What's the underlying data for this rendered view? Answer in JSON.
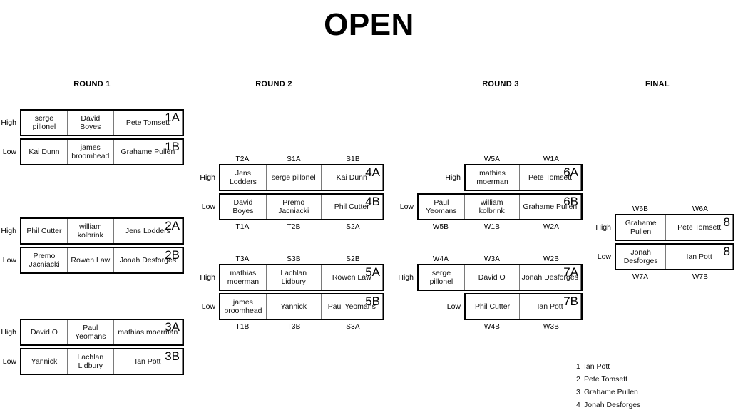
{
  "title": "OPEN",
  "headers": [
    {
      "label": "ROUND 1"
    },
    {
      "label": "ROUND 2"
    },
    {
      "label": "ROUND 3"
    },
    {
      "label": "FINAL"
    }
  ],
  "labels": {
    "high": "High",
    "low": "Low"
  },
  "rounds": [
    {
      "name": "ROUND 1",
      "groups": [
        {
          "rows": [
            {
              "side": "High",
              "code": "1A",
              "cells": [
                "serge pillonel",
                "David Boyes",
                "Pete Tomsett"
              ]
            },
            {
              "side": "Low",
              "code": "1B",
              "cells": [
                "Kai Dunn",
                "james broomhead",
                "Grahame Pullen"
              ]
            }
          ],
          "top_tags": [],
          "bottom_tags": []
        },
        {
          "rows": [
            {
              "side": "High",
              "code": "2A",
              "cells": [
                "Phil Cutter",
                "william kolbrink",
                "Jens Lodders"
              ]
            },
            {
              "side": "Low",
              "code": "2B",
              "cells": [
                "Premo Jacniacki",
                "Rowen Law",
                "Jonah Desforges"
              ]
            }
          ],
          "top_tags": [],
          "bottom_tags": []
        },
        {
          "rows": [
            {
              "side": "High",
              "code": "3A",
              "cells": [
                "David O",
                "Paul Yeomans",
                "mathias moerman"
              ]
            },
            {
              "side": "Low",
              "code": "3B",
              "cells": [
                "Yannick",
                "Lachlan Lidbury",
                "Ian Pott"
              ]
            }
          ],
          "top_tags": [],
          "bottom_tags": []
        }
      ]
    },
    {
      "name": "ROUND 2",
      "groups": [
        {
          "rows": [
            {
              "side": "High",
              "code": "4A",
              "cells": [
                "Jens Lodders",
                "serge pillonel",
                "Kai Dunn"
              ]
            },
            {
              "side": "Low",
              "code": "4B",
              "cells": [
                "David Boyes",
                "Premo Jacniacki",
                "Phil Cutter"
              ]
            }
          ],
          "top_tags": [
            "T2A",
            "S1A",
            "S1B"
          ],
          "bottom_tags": [
            "T1A",
            "T2B",
            "S2A"
          ]
        },
        {
          "rows": [
            {
              "side": "High",
              "code": "5A",
              "cells": [
                "mathias moerman",
                "Lachlan Lidbury",
                "Rowen Law"
              ]
            },
            {
              "side": "Low",
              "code": "5B",
              "cells": [
                "james broomhead",
                "Yannick",
                "Paul Yeomans"
              ]
            }
          ],
          "top_tags": [
            "T3A",
            "S3B",
            "S2B"
          ],
          "bottom_tags": [
            "T1B",
            "T3B",
            "S3A"
          ]
        }
      ]
    },
    {
      "name": "ROUND 3",
      "groups": [
        {
          "rows": [
            {
              "side": "High",
              "code": "6A",
              "cells": [
                "mathias moerman",
                "Pete Tomsett"
              ],
              "indent": 1
            },
            {
              "side": "Low",
              "code": "6B",
              "cells": [
                "Paul Yeomans",
                "william kolbrink",
                "Grahame Pullen"
              ],
              "indent": 0
            }
          ],
          "top_tags": [
            "W5A",
            "W1A"
          ],
          "bottom_tags": [
            "W5B",
            "W1B",
            "W2A"
          ]
        },
        {
          "rows": [
            {
              "side": "High",
              "code": "7A",
              "cells": [
                "serge pillonel",
                "David O",
                "Jonah Desforges"
              ],
              "indent": 0
            },
            {
              "side": "Low",
              "code": "7B",
              "cells": [
                "Phil Cutter",
                "Ian Pott"
              ],
              "indent": 1
            }
          ],
          "top_tags": [
            "W4A",
            "W3A",
            "W2B"
          ],
          "bottom_tags": [
            "W4B",
            "W3B"
          ]
        }
      ]
    },
    {
      "name": "FINAL",
      "groups": [
        {
          "rows": [
            {
              "side": "High",
              "code": "8",
              "cells": [
                "Grahame Pullen",
                "Pete Tomsett"
              ]
            },
            {
              "side": "Low",
              "code": "8",
              "cells": [
                "Jonah Desforges",
                "Ian Pott"
              ]
            }
          ],
          "top_tags": [
            "W6B",
            "W6A"
          ],
          "bottom_tags": [
            "W7A",
            "W7B"
          ]
        }
      ]
    }
  ],
  "results": {
    "entries": [
      {
        "rank": "1",
        "name": "Ian Pott"
      },
      {
        "rank": "2",
        "name": "Pete Tomsett"
      },
      {
        "rank": "3",
        "name": "Grahame Pullen"
      },
      {
        "rank": "4",
        "name": "Jonah Desforges"
      }
    ]
  }
}
